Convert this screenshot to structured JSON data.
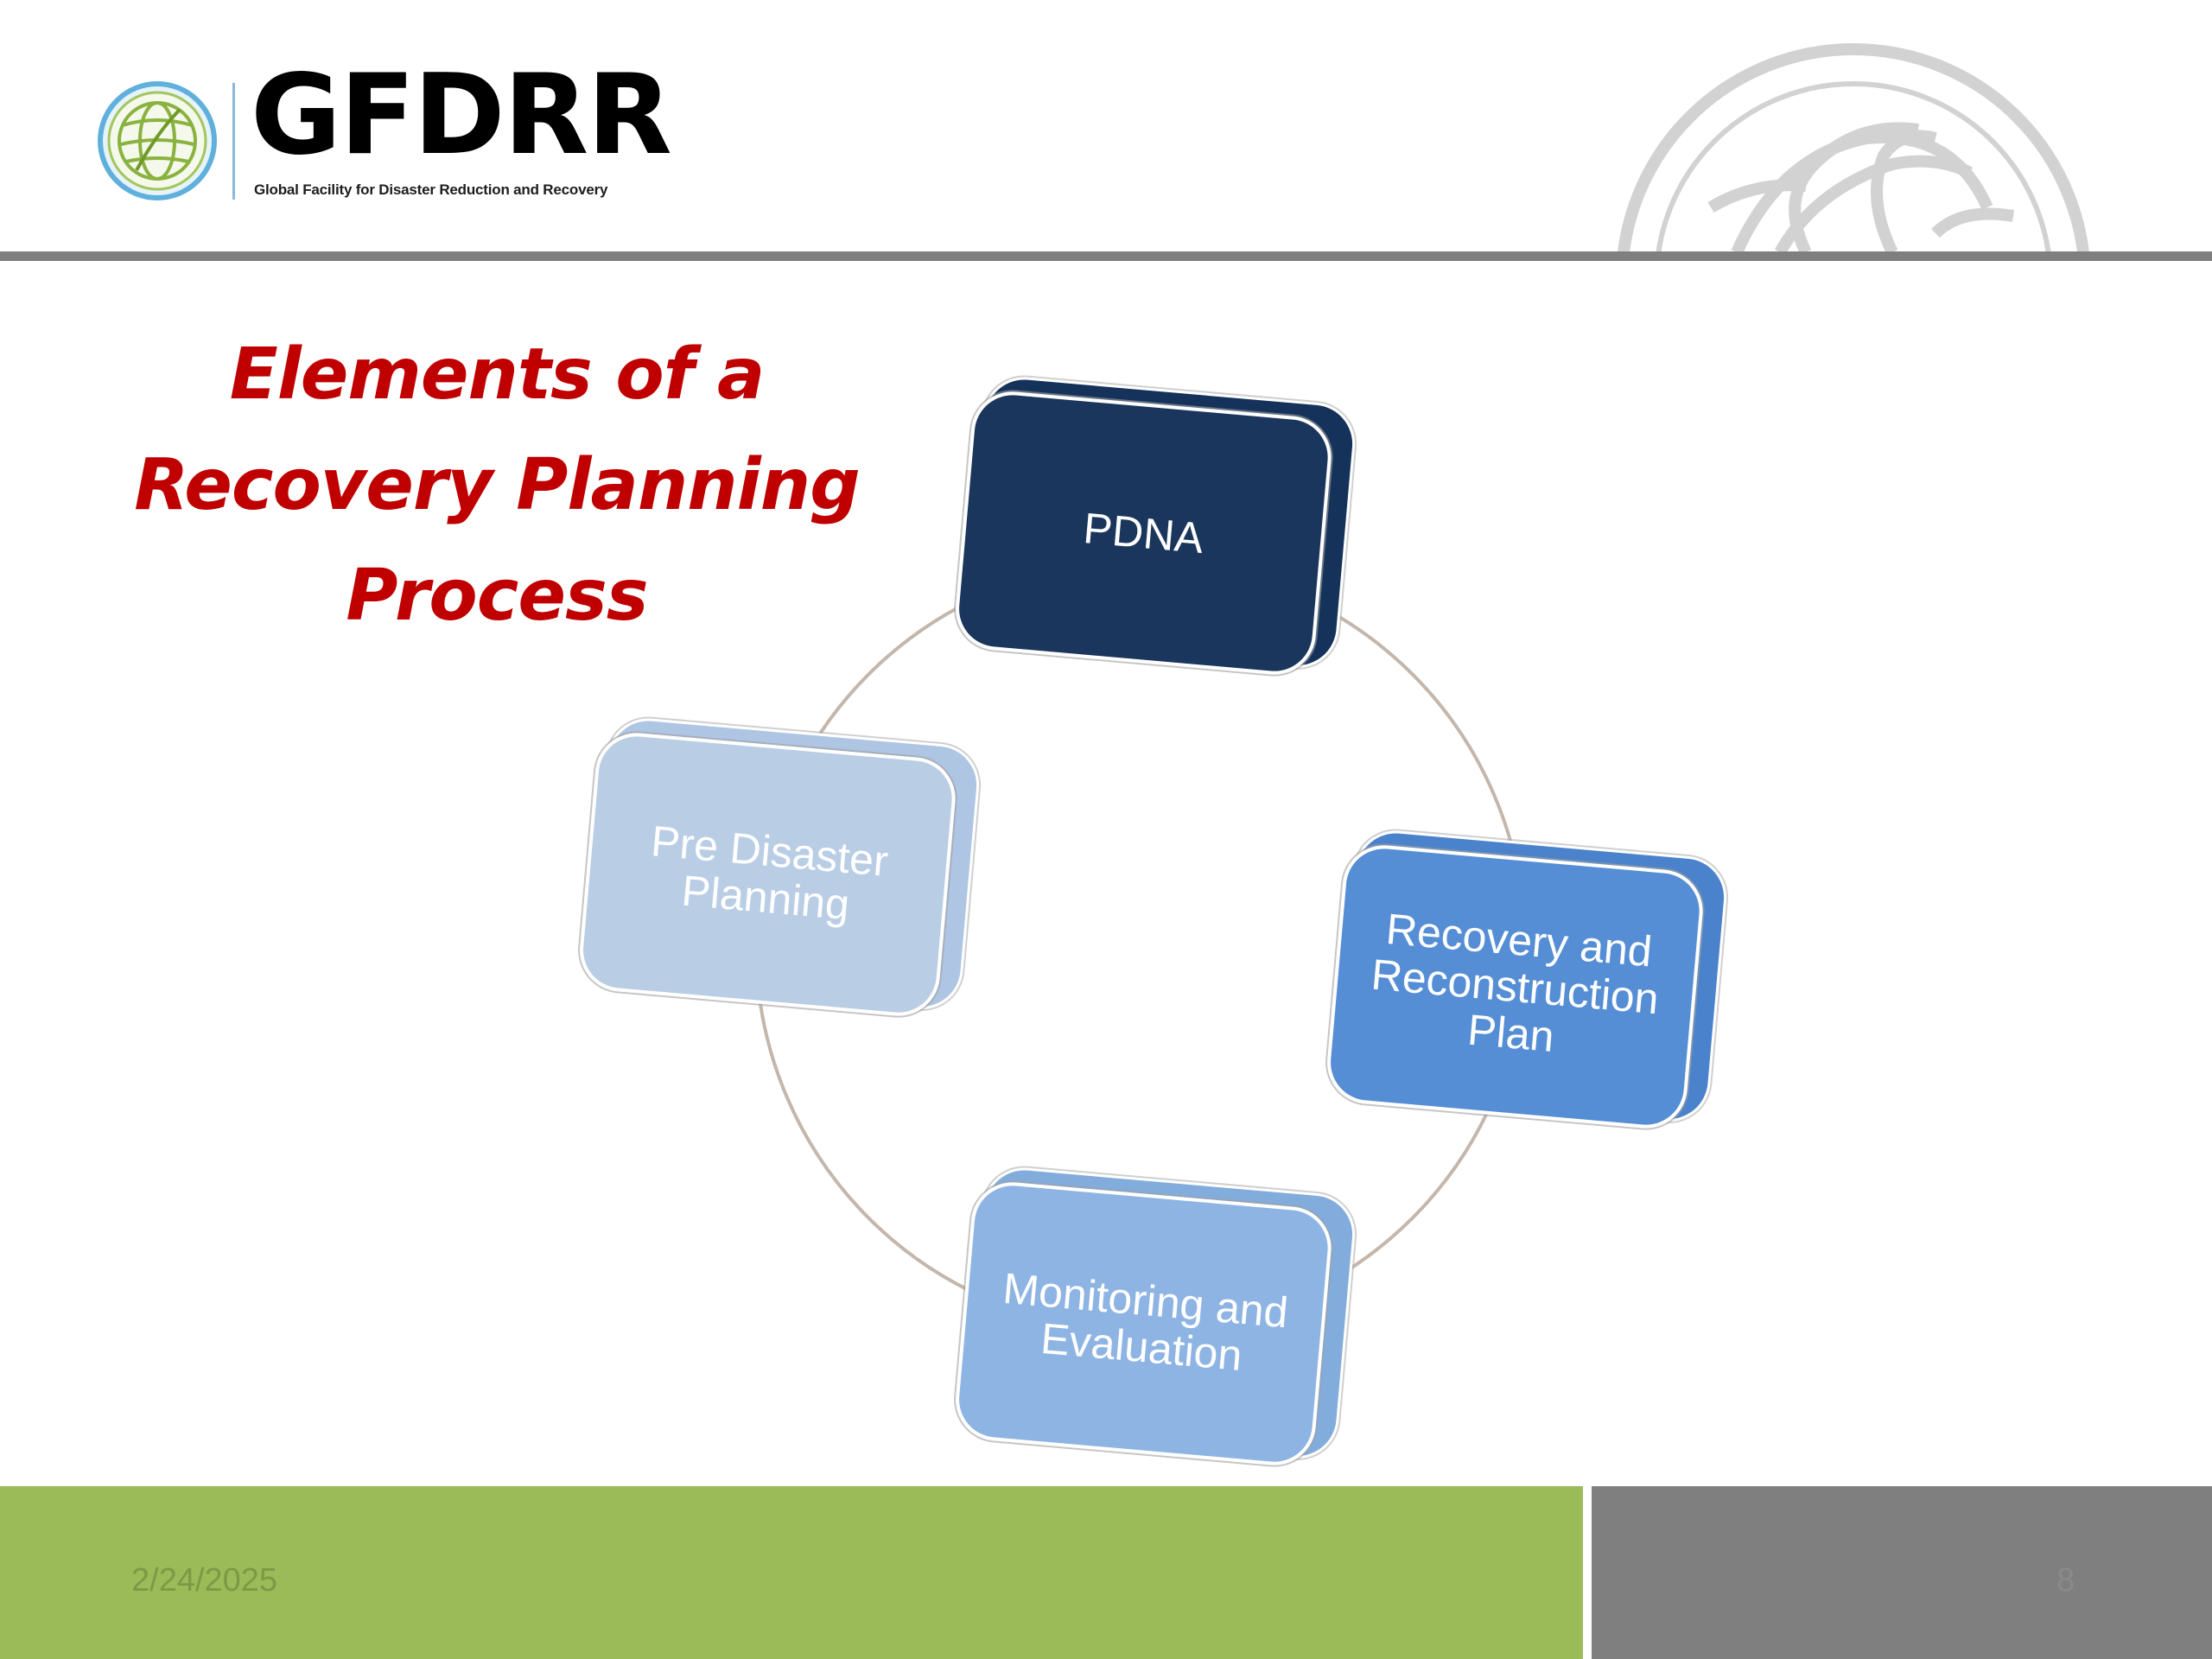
{
  "logo": {
    "wordmark": "GFDRR",
    "tagline": "Global Facility for Disaster Reduction and Recovery",
    "icon": "globe-icon"
  },
  "watermark": {
    "icon": "world-bank-emblem-icon"
  },
  "title": {
    "line1": "Elements of a",
    "line2": "Recovery Planning",
    "line3": "Process"
  },
  "cycle": {
    "nodes": [
      {
        "label": "PDNA",
        "color": "#1b365c"
      },
      {
        "label": "Recovery and Reconstruction Plan",
        "color": "#558ed5"
      },
      {
        "label": "Monitoring and Evaluation",
        "color": "#8eb4e3"
      },
      {
        "label": "Pre Disaster Planning",
        "color": "#b9cde5"
      }
    ],
    "connector_color": "#c4b6ab"
  },
  "footer": {
    "date": "2/24/2025",
    "page_number": "8",
    "colors": {
      "green": "#9bbb59",
      "gray": "#7f7f7f"
    }
  },
  "colors": {
    "title": "#c00000",
    "header_rule": "#7f7f7f"
  }
}
